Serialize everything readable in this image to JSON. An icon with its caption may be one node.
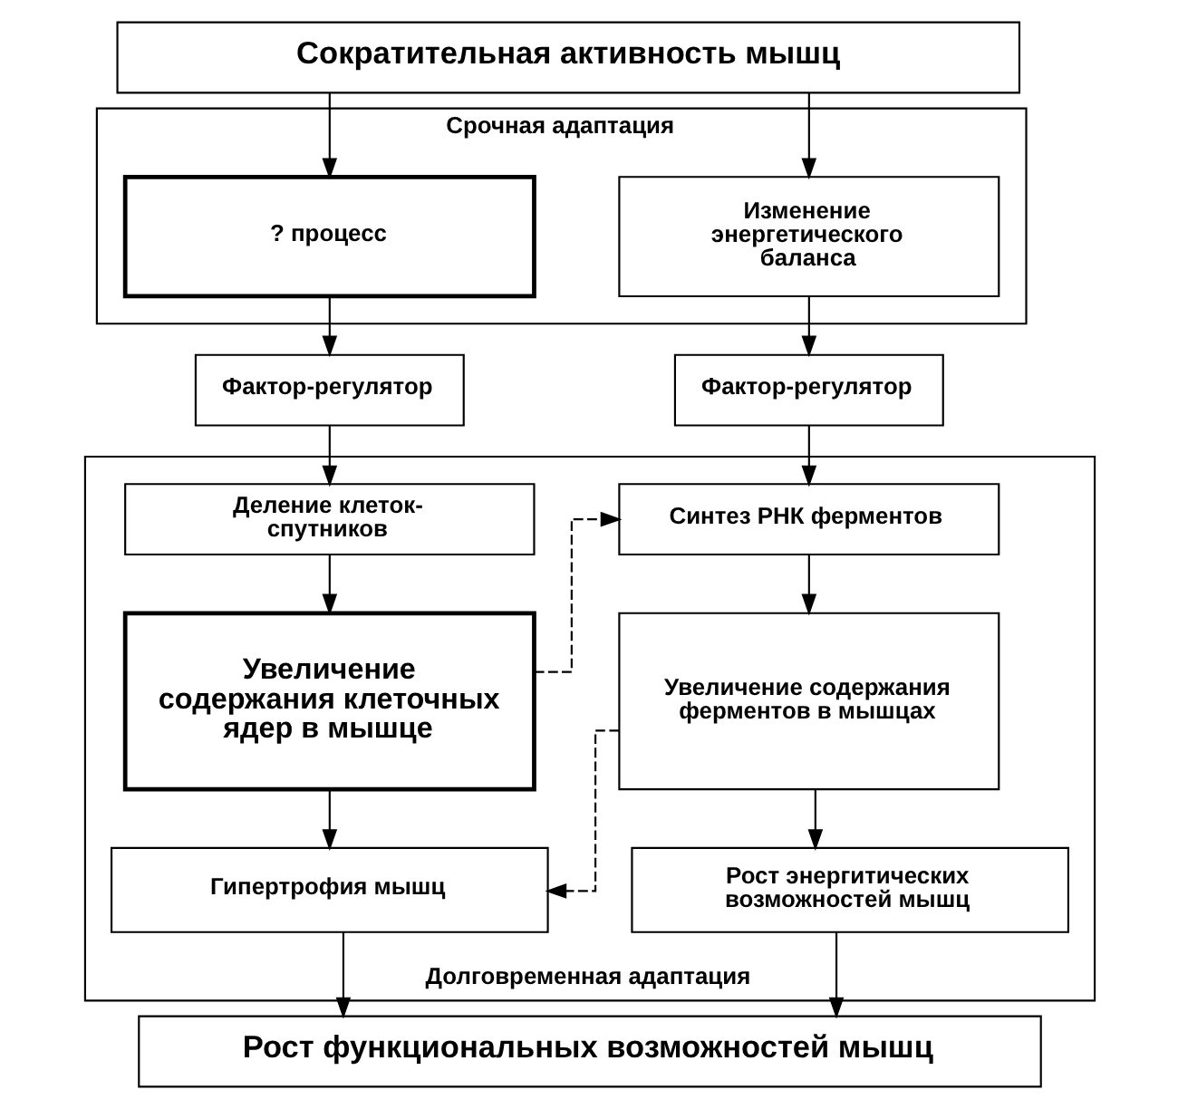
{
  "diagram": {
    "nodes": [
      {
        "text": [
          "Сократительная активность мышц"
        ]
      },
      {
        "text": [
          "Срочная адаптация"
        ]
      },
      {
        "text": [
          "? процесс"
        ],
        "in": 1
      },
      {
        "text": [
          "Изменение энергетического баланса"
        ],
        "in": 1
      },
      {
        "text": [
          "Фактор-регулятор"
        ]
      },
      {
        "text": [
          "Фактор-регулятор"
        ]
      },
      {
        "text": [
          "Долговременная адаптация"
        ]
      },
      {
        "text": [
          "Деление клеток-спутников"
        ],
        "in": 6
      },
      {
        "text": [
          "Синтез РНК ферментов"
        ],
        "in": 6
      },
      {
        "text": [
          "Увеличение содержания клеточных ядер в мышце"
        ],
        "in": 6
      },
      {
        "text": [
          "Увеличение содержания ферментов в мышцах"
        ],
        "in": 6
      },
      {
        "text": [
          "Гипертрофия мышц"
        ],
        "in": 6
      },
      {
        "text": [
          "Рост энергитических возможностей мышц"
        ],
        "in": 6
      },
      {
        "text": [
          "Рост функциональных возможностей мышц"
        ]
      }
    ],
    "edges": [
      {
        "from": 0,
        "to": 2,
        "arrow": "to"
      },
      {
        "from": 0,
        "to": 3,
        "arrow": "to"
      },
      {
        "from": 2,
        "to": 4,
        "arrow": "to"
      },
      {
        "from": 3,
        "to": 5,
        "arrow": "to"
      },
      {
        "from": 4,
        "to": 7,
        "arrow": "to"
      },
      {
        "from": 5,
        "to": 8,
        "arrow": "to"
      },
      {
        "from": 7,
        "to": 9,
        "arrow": "to"
      },
      {
        "from": 8,
        "to": 10,
        "arrow": "to"
      },
      {
        "from": 9,
        "to": 8,
        "arrow": "to",
        "style": "dashed"
      },
      {
        "from": 9,
        "to": 11,
        "arrow": "to"
      },
      {
        "from": 10,
        "to": 11,
        "arrow": "to",
        "style": "dashed"
      },
      {
        "from": 10,
        "to": 12,
        "arrow": "to"
      },
      {
        "from": 11,
        "to": 13,
        "arrow": "to"
      },
      {
        "from": 12,
        "to": 13,
        "arrow": "to"
      }
    ]
  }
}
